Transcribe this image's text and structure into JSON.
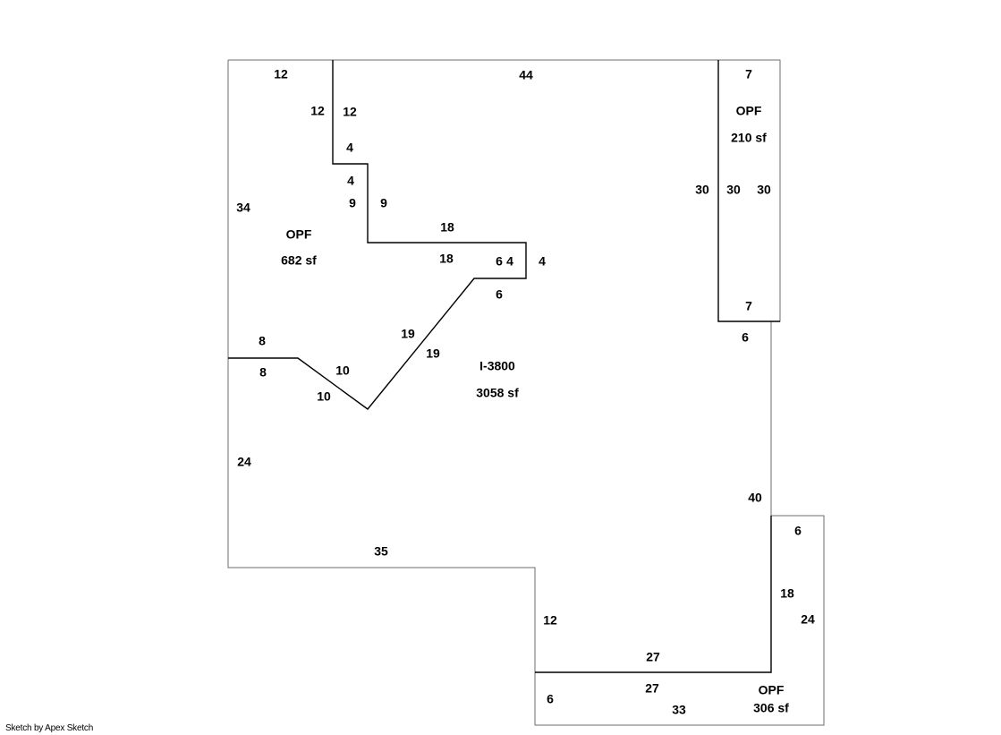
{
  "areas": {
    "opf_left": {
      "name": "OPF",
      "size": "682 sf"
    },
    "opf_right": {
      "name": "OPF",
      "size": "210 sf"
    },
    "opf_bottom": {
      "name": "OPF",
      "size": "306 sf"
    },
    "main": {
      "name": "I-3800",
      "size": "3058 sf"
    }
  },
  "dimensions": [
    "12",
    "44",
    "7",
    "12",
    "12",
    "4",
    "4",
    "9",
    "9",
    "34",
    "18",
    "18",
    "6",
    "4",
    "4",
    "6",
    "30",
    "30",
    "30",
    "7",
    "6",
    "8",
    "8",
    "19",
    "19",
    "10",
    "10",
    "24",
    "40",
    "35",
    "6",
    "18",
    "24",
    "12",
    "27",
    "27",
    "6",
    "33"
  ],
  "credit": "Sketch by Apex Sketch"
}
